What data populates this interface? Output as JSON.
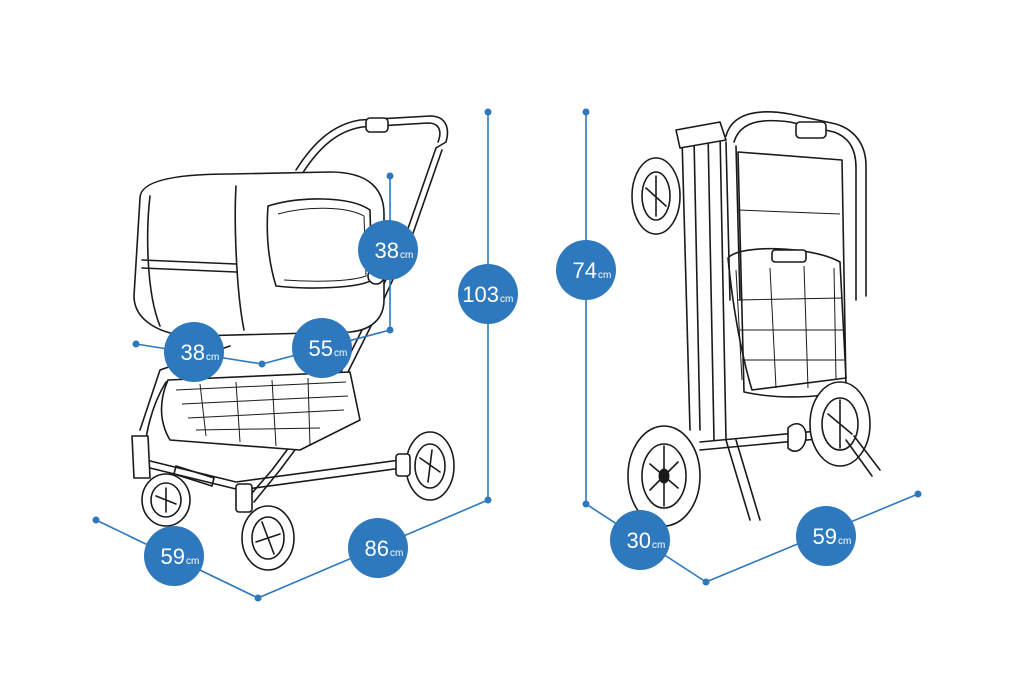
{
  "colors": {
    "accent": "#2e78bd",
    "line_art": "#1a1a1a",
    "background": "#ffffff"
  },
  "unfolded": {
    "height": {
      "value": "103",
      "unit": "cm"
    },
    "length": {
      "value": "86",
      "unit": "cm"
    },
    "width": {
      "value": "59",
      "unit": "cm"
    },
    "carrier_height": {
      "value": "38",
      "unit": "cm"
    },
    "carrier_width": {
      "value": "38",
      "unit": "cm"
    },
    "carrier_length": {
      "value": "55",
      "unit": "cm"
    }
  },
  "folded": {
    "height": {
      "value": "74",
      "unit": "cm"
    },
    "depth": {
      "value": "30",
      "unit": "cm"
    },
    "width": {
      "value": "59",
      "unit": "cm"
    }
  }
}
